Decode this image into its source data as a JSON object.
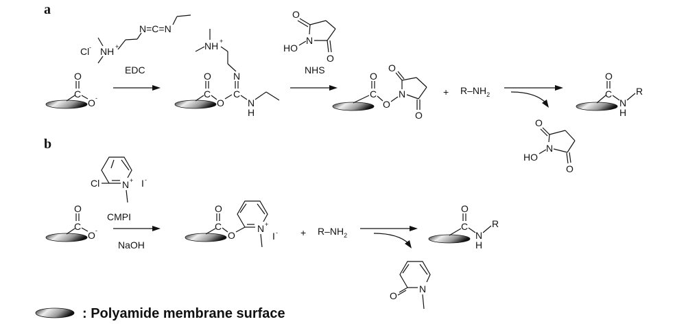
{
  "panel_labels": {
    "a": "a",
    "b": "b"
  },
  "reagents": {
    "edc": "EDC",
    "nhs": "NHS",
    "cmpi": "CMPI",
    "naoh": "NaOH"
  },
  "amine": "R–NH",
  "amine_sub": "2",
  "plus": "+",
  "atoms": {
    "O": "O",
    "C": "C",
    "N": "N",
    "H": "H",
    "R": "R",
    "NH": "NH",
    "HO": "HO",
    "Cl": "Cl",
    "I": "I",
    "minus": "-",
    "plus": "+",
    "NCN": "N=C=N"
  },
  "legend": {
    "text": ": Polyamide membrane surface"
  }
}
